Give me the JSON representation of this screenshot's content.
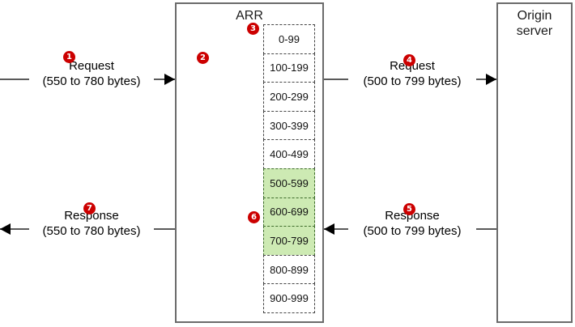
{
  "diagram": {
    "title": "ARR byte-range cache diagram",
    "accent_color": "#cc0000",
    "cache_hit_color": "#cdeab3"
  },
  "arr": {
    "title": "ARR",
    "cells": [
      {
        "label": "0-99",
        "state": "empty"
      },
      {
        "label": "100-199",
        "state": "empty"
      },
      {
        "label": "200-299",
        "state": "empty"
      },
      {
        "label": "300-399",
        "state": "empty"
      },
      {
        "label": "400-499",
        "state": "empty"
      },
      {
        "label": "500-599",
        "state": "cached"
      },
      {
        "label": "600-699",
        "state": "cached"
      },
      {
        "label": "700-799",
        "state": "cached"
      },
      {
        "label": "800-899",
        "state": "empty"
      },
      {
        "label": "900-999",
        "state": "empty"
      }
    ]
  },
  "origin": {
    "title_line1": "Origin",
    "title_line2": "server"
  },
  "flows": {
    "client_request": {
      "line1": "Request",
      "line2": "(550 to 780 bytes)",
      "badge": "1",
      "direction": "right"
    },
    "origin_request": {
      "line1": "Request",
      "line2": "(500 to 799 bytes)",
      "badge": "4",
      "direction": "right"
    },
    "origin_response": {
      "line1": "Response",
      "line2": "(500 to 799 bytes)",
      "badge": "5",
      "direction": "left"
    },
    "client_response": {
      "line1": "Response",
      "line2": "(550 to 780 bytes)",
      "badge": "7",
      "direction": "left"
    }
  },
  "badges": {
    "step2": "2",
    "step3": "3",
    "step6": "6"
  }
}
